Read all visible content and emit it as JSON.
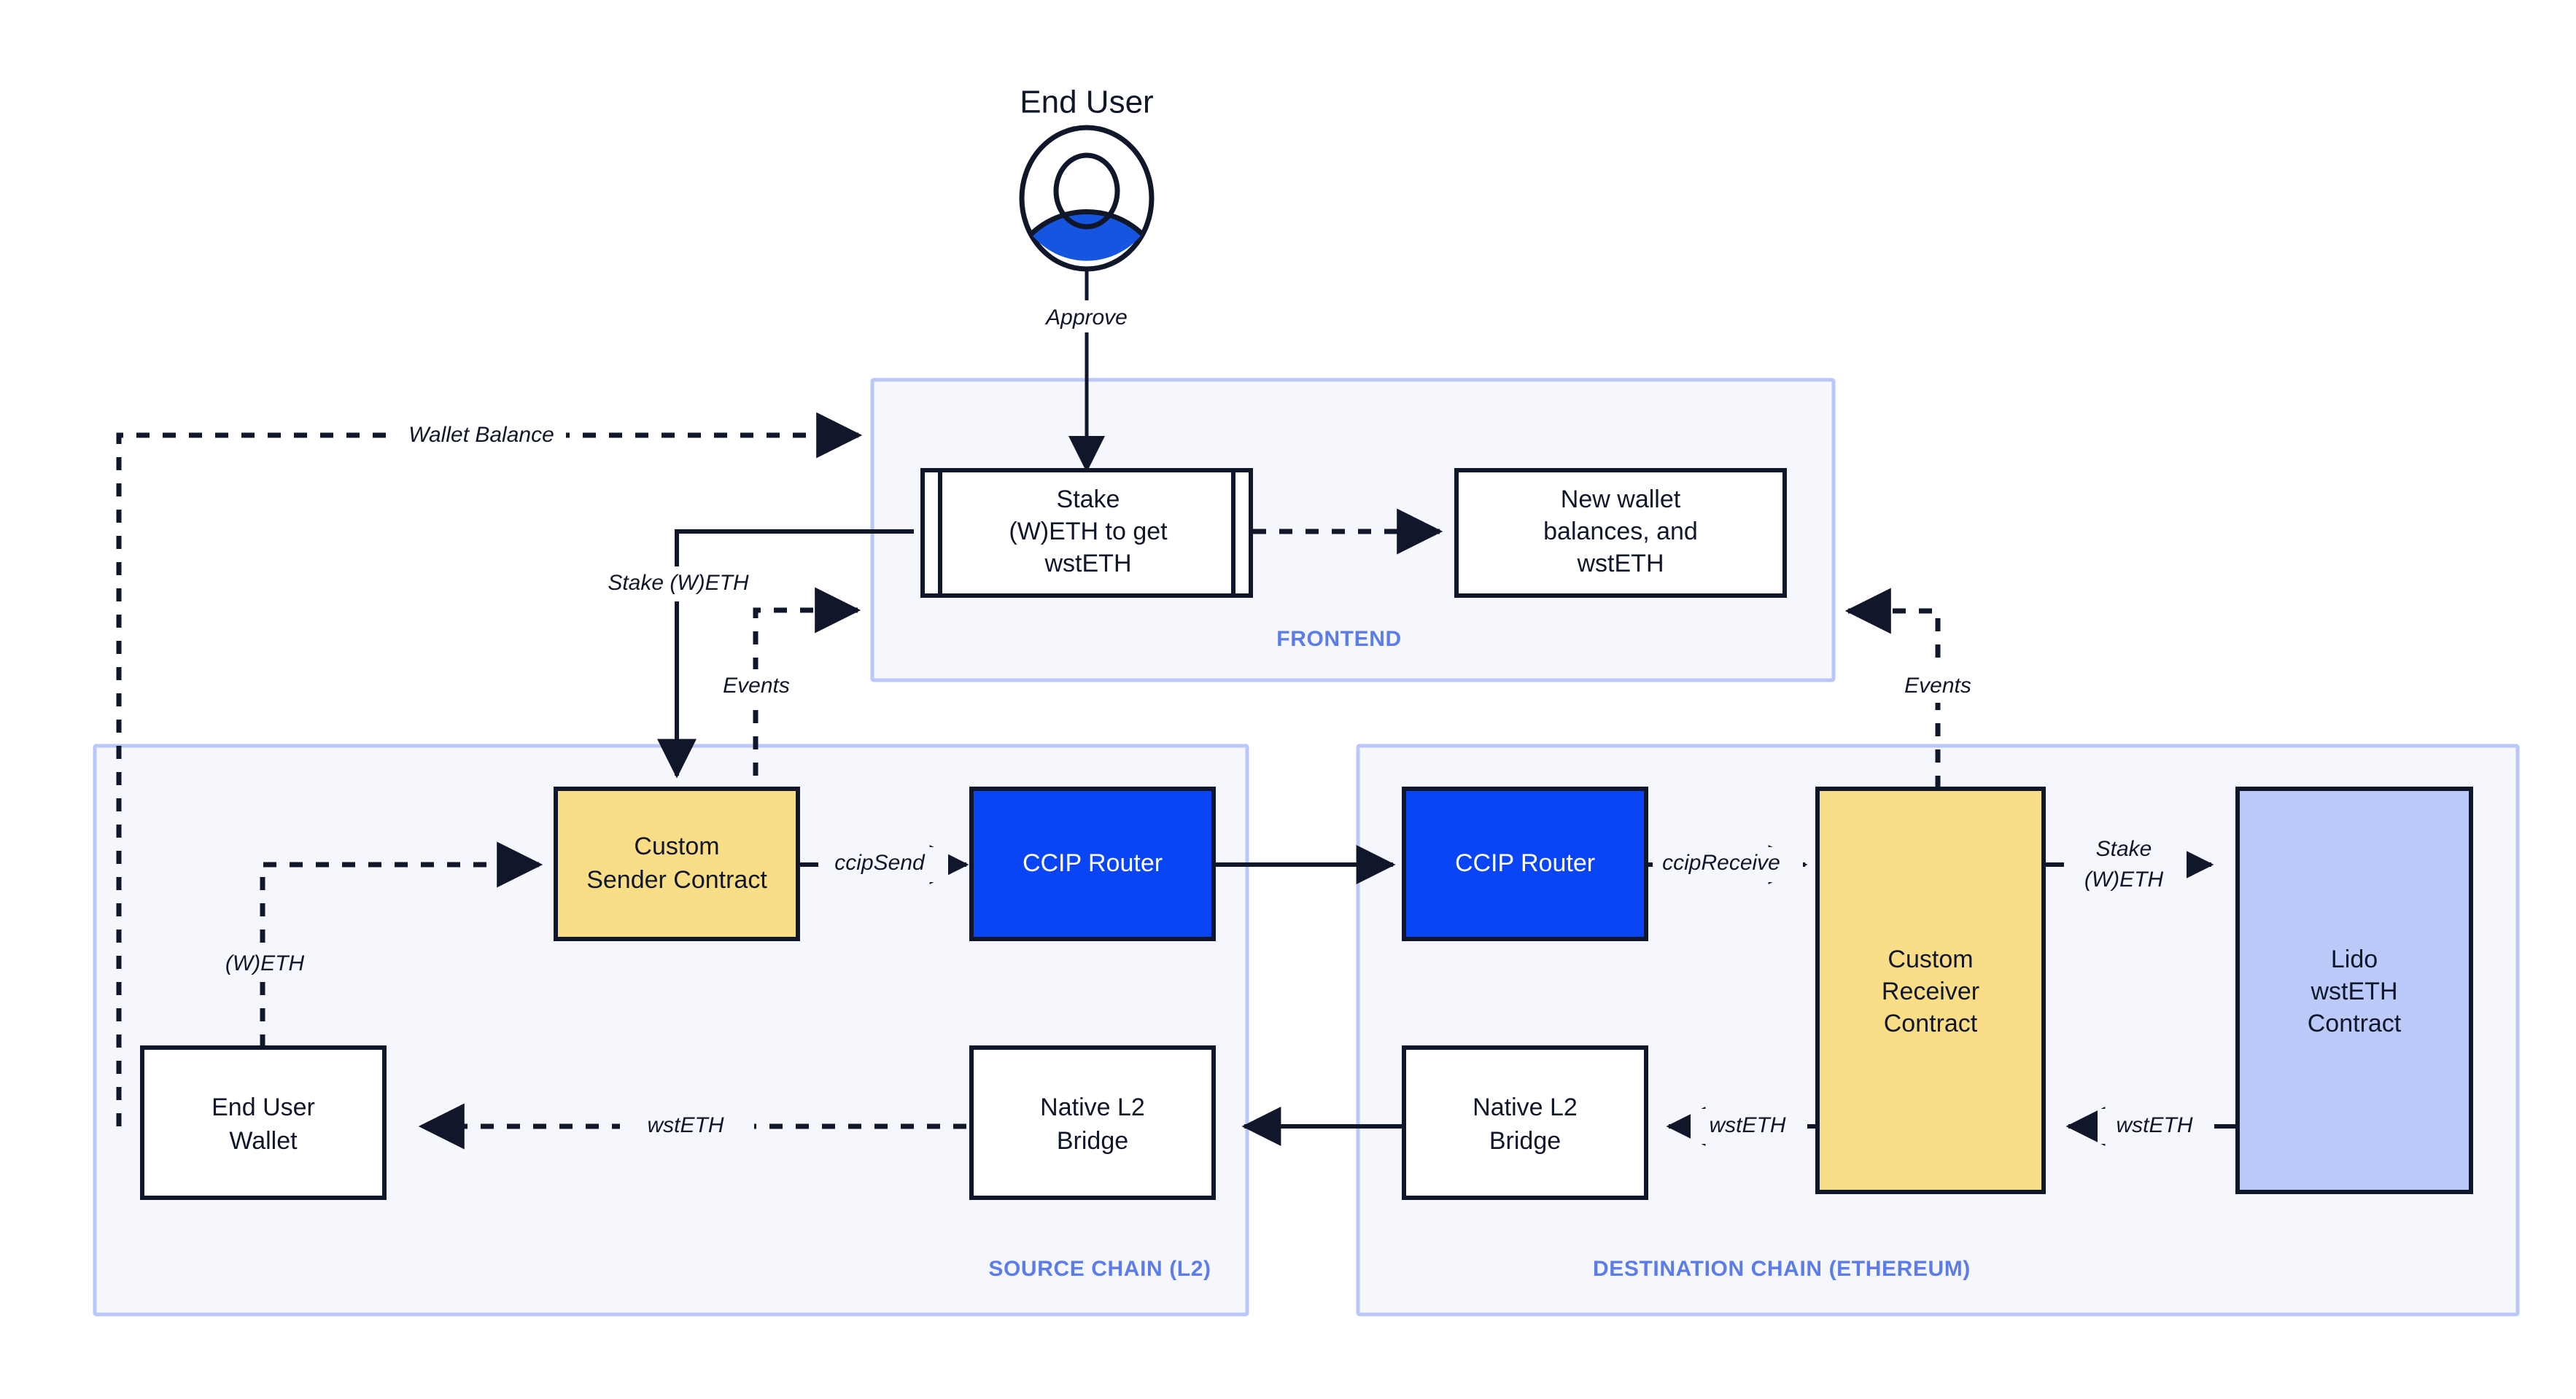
{
  "diagram": {
    "title": "CCIP cross-chain Lido wstETH staking flow",
    "background": "#FFFFFF",
    "colors": {
      "group_fill": "#F5F7FD",
      "group_stroke": "#B9C8F9",
      "group_label": "#5C7CEA",
      "node_stroke": "#11172B",
      "yellow": "#FADE87",
      "blue": "#0A45F5",
      "lavender": "#BCCAFA",
      "white": "#FFFFFF",
      "actor_blue": "#1555E0"
    }
  },
  "actor": {
    "label": "End User",
    "icon": "user-avatar-icon"
  },
  "groups": [
    {
      "id": "frontend",
      "label": "FRONTEND"
    },
    {
      "id": "source",
      "label": "SOURCE CHAIN (L2)"
    },
    {
      "id": "destination",
      "label": "DESTINATION CHAIN (ETHEREUM)"
    }
  ],
  "nodes": {
    "stake_form": {
      "label_lines": [
        "Stake",
        "(W)ETH to get",
        "wstETH"
      ],
      "shape": "subprocess",
      "fill": "#FFFFFF"
    },
    "new_balances": {
      "label_lines": [
        "New wallet",
        "balances, and",
        "wstETH"
      ],
      "shape": "rect",
      "fill": "#FFFFFF"
    },
    "sender_contract": {
      "label_lines": [
        "Custom",
        "Sender Contract"
      ],
      "shape": "rect",
      "fill": "#FADE87"
    },
    "router_source": {
      "label_lines": [
        "CCIP Router"
      ],
      "shape": "rect",
      "fill": "#0A45F5"
    },
    "router_dest": {
      "label_lines": [
        "CCIP Router"
      ],
      "shape": "rect",
      "fill": "#0A45F5"
    },
    "receiver_contract": {
      "label_lines": [
        "Custom",
        "Receiver",
        "Contract"
      ],
      "shape": "rect",
      "fill": "#FADE87"
    },
    "lido_contract": {
      "label_lines": [
        "Lido",
        "wstETH",
        "Contract"
      ],
      "shape": "rect",
      "fill": "#BCCAFA"
    },
    "user_wallet": {
      "label_lines": [
        "End User",
        "Wallet"
      ],
      "shape": "rect",
      "fill": "#FFFFFF"
    },
    "bridge_source": {
      "label_lines": [
        "Native L2",
        "Bridge"
      ],
      "shape": "rect",
      "fill": "#FFFFFF"
    },
    "bridge_dest": {
      "label_lines": [
        "Native L2",
        "Bridge"
      ],
      "shape": "rect",
      "fill": "#FFFFFF"
    }
  },
  "edges": [
    {
      "id": "approve",
      "label": "Approve",
      "style": "solid",
      "from": "actor",
      "to": "stake_form"
    },
    {
      "id": "wallet_balance",
      "label": "Wallet Balance",
      "style": "dashed",
      "from": "user_wallet",
      "to": "frontend"
    },
    {
      "id": "stake_weth",
      "label": "Stake (W)ETH",
      "style": "solid",
      "from": "stake_form",
      "to": "sender_contract"
    },
    {
      "id": "events_source",
      "label": "Events",
      "style": "dashed",
      "from": "sender_contract",
      "to": "frontend"
    },
    {
      "id": "form_to_new",
      "label": "",
      "style": "dashed",
      "from": "stake_form",
      "to": "new_balances"
    },
    {
      "id": "events_dest",
      "label": "Events",
      "style": "dashed",
      "from": "receiver_contract",
      "to": "frontend"
    },
    {
      "id": "weth_transfer",
      "label": "(W)ETH",
      "style": "dashed",
      "from": "user_wallet",
      "to": "sender_contract"
    },
    {
      "id": "ccip_send",
      "label": "ccipSend",
      "style": "solid",
      "from": "sender_contract",
      "to": "router_source"
    },
    {
      "id": "cross_chain",
      "label": "",
      "style": "solid",
      "from": "router_source",
      "to": "router_dest"
    },
    {
      "id": "ccip_receive",
      "label": "ccipReceive",
      "style": "solid",
      "from": "router_dest",
      "to": "receiver_contract"
    },
    {
      "id": "stake_weth_2",
      "label": "Stake\n(W)ETH",
      "style": "solid",
      "from": "receiver_contract",
      "to": "lido_contract"
    },
    {
      "id": "wsteth_lido",
      "label": "wstETH",
      "style": "solid",
      "from": "lido_contract",
      "to": "receiver_contract"
    },
    {
      "id": "wsteth_bridge",
      "label": "wstETH",
      "style": "solid",
      "from": "receiver_contract",
      "to": "bridge_dest"
    },
    {
      "id": "bridge_cross",
      "label": "",
      "style": "solid",
      "from": "bridge_dest",
      "to": "bridge_source"
    },
    {
      "id": "wsteth_wallet",
      "label": "wstETH",
      "style": "dashed",
      "from": "bridge_source",
      "to": "user_wallet"
    }
  ],
  "edge_labels": {
    "approve": "Approve",
    "wallet_balance": "Wallet Balance",
    "stake_weth": "Stake (W)ETH",
    "events_source": "Events",
    "events_dest": "Events",
    "weth_transfer": "(W)ETH",
    "ccip_send": "ccipSend",
    "ccip_receive": "ccipReceive",
    "stake_weth_2_line1": "Stake",
    "stake_weth_2_line2": "(W)ETH",
    "wsteth_lido": "wstETH",
    "wsteth_bridge": "wstETH",
    "wsteth_wallet": "wstETH"
  }
}
